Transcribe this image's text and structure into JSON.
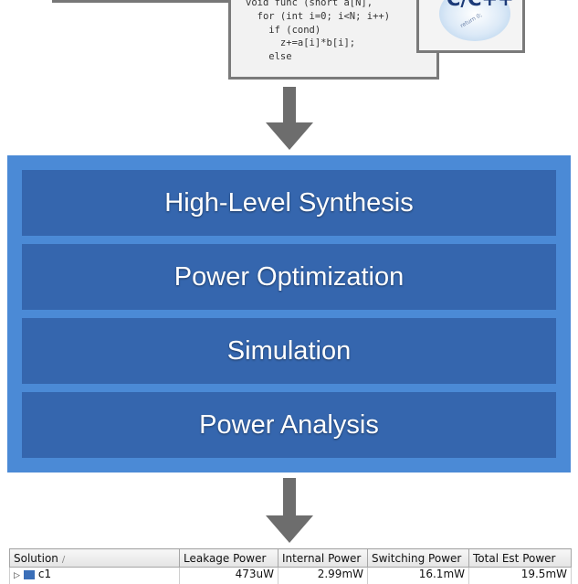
{
  "code_snippet": {
    "lines": [
      "void func (short a[N],",
      "  for (int i=0; i<N; i++)",
      "    if (cond)",
      "      z+=a[i]*b[i];",
      "    else"
    ]
  },
  "language_badge": {
    "label": "C/C++",
    "mini_text": [
      "return 0;"
    ]
  },
  "flow": {
    "stages": [
      {
        "label": "High-Level Synthesis"
      },
      {
        "label": "Power Optimization"
      },
      {
        "label": "Simulation"
      },
      {
        "label": "Power Analysis"
      }
    ]
  },
  "report": {
    "columns": [
      "Solution",
      "Leakage Power",
      "Internal Power",
      "Switching Power",
      "Total Est Power"
    ],
    "sort_indicator": "/",
    "rows": [
      {
        "solution": "c1",
        "leakage": "473uW",
        "internal": "2.99mW",
        "switching": "16.1mW",
        "total": "19.5mW"
      }
    ]
  },
  "colors": {
    "panel": "#4b8ad6",
    "stage": "#3566ae",
    "arrow": "#6d6d6d",
    "frame": "#7a7a7a"
  }
}
